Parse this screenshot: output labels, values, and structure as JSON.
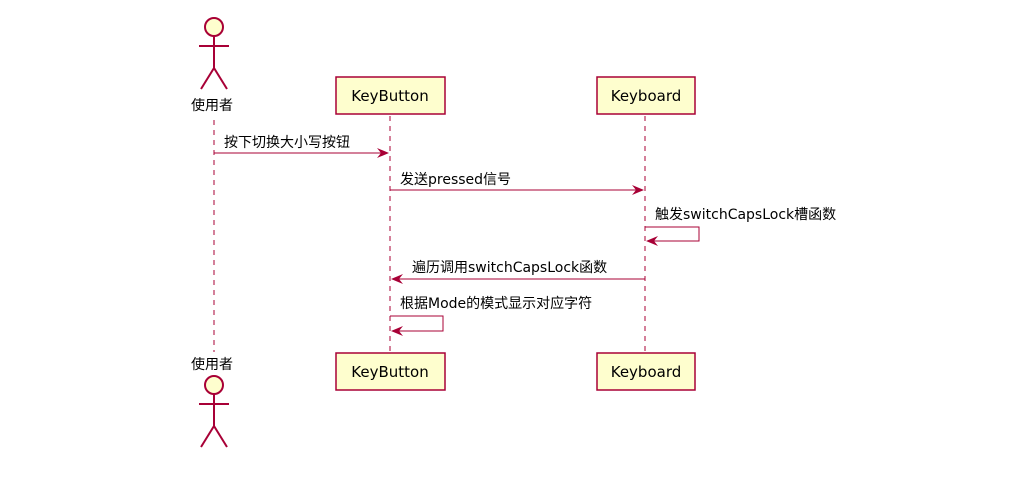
{
  "colors": {
    "line": "#A80036",
    "box_fill": "#FEFECE",
    "text": "#000000"
  },
  "participants": [
    {
      "id": "user",
      "kind": "actor",
      "label": "使用者"
    },
    {
      "id": "keybutton",
      "kind": "box",
      "label": "KeyButton"
    },
    {
      "id": "keyboard",
      "kind": "box",
      "label": "Keyboard"
    }
  ],
  "messages": [
    {
      "from": "user",
      "to": "keybutton",
      "label": "按下切换大小写按钮"
    },
    {
      "from": "keybutton",
      "to": "keyboard",
      "label": "发送pressed信号"
    },
    {
      "from": "keyboard",
      "to": "keyboard",
      "label": "触发switchCapsLock槽函数"
    },
    {
      "from": "keyboard",
      "to": "keybutton",
      "label": "遍历调用switchCapsLock函数"
    },
    {
      "from": "keybutton",
      "to": "keybutton",
      "label": "根据Mode的模式显示对应字符"
    }
  ]
}
